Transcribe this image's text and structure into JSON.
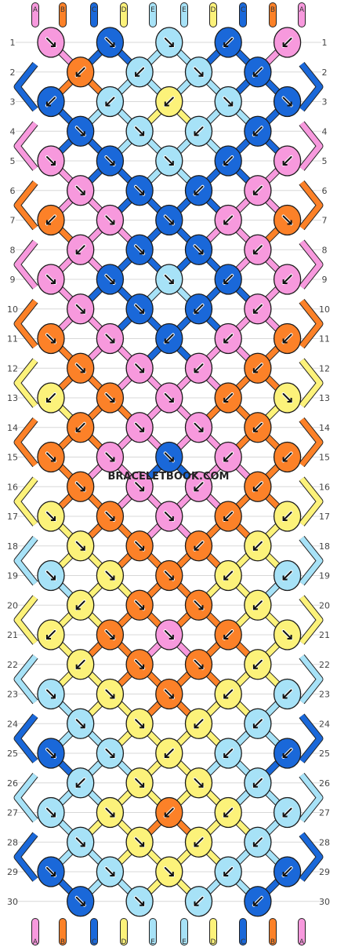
{
  "watermark": "BRACELETBOOK.COM",
  "colors": {
    "A": "#f799dd",
    "B": "#fc8128",
    "C": "#1a68d9",
    "D": "#fcf27a",
    "E": "#a7e2f7"
  },
  "string_letters": [
    "A",
    "B",
    "C",
    "D",
    "E",
    "E",
    "D",
    "C",
    "B",
    "A"
  ],
  "row_labels": [
    "1",
    "2",
    "3",
    "4",
    "5",
    "6",
    "7",
    "8",
    "9",
    "10",
    "11",
    "12",
    "13",
    "14",
    "15",
    "16",
    "17",
    "18",
    "19",
    "20",
    "21",
    "22",
    "23",
    "24",
    "25",
    "26",
    "27",
    "28",
    "29",
    "30"
  ],
  "knot_rows": [
    [
      "A",
      "C",
      "E",
      "C",
      "A"
    ],
    [
      "B",
      "E",
      "E",
      "C"
    ],
    [
      "C",
      "E",
      "D",
      "E",
      "C"
    ],
    [
      "C",
      "E",
      "E",
      "C"
    ],
    [
      "A",
      "C",
      "E",
      "C",
      "A"
    ],
    [
      "A",
      "C",
      "C",
      "A"
    ],
    [
      "B",
      "A",
      "C",
      "A",
      "B"
    ],
    [
      "A",
      "C",
      "C",
      "A"
    ],
    [
      "A",
      "C",
      "E",
      "C",
      "A"
    ],
    [
      "A",
      "C",
      "C",
      "A"
    ],
    [
      "B",
      "A",
      "C",
      "A",
      "B"
    ],
    [
      "B",
      "A",
      "A",
      "B"
    ],
    [
      "D",
      "B",
      "A",
      "B",
      "D"
    ],
    [
      "B",
      "A",
      "A",
      "B"
    ],
    [
      "B",
      "A",
      "C",
      "A",
      "B"
    ],
    [
      "B",
      "A",
      "A",
      "B"
    ],
    [
      "D",
      "B",
      "A",
      "B",
      "D"
    ],
    [
      "D",
      "B",
      "B",
      "D"
    ],
    [
      "E",
      "D",
      "B",
      "D",
      "E"
    ],
    [
      "D",
      "B",
      "B",
      "D"
    ],
    [
      "D",
      "B",
      "A",
      "B",
      "D"
    ],
    [
      "D",
      "B",
      "B",
      "D"
    ],
    [
      "E",
      "D",
      "B",
      "D",
      "E"
    ],
    [
      "E",
      "D",
      "D",
      "E"
    ],
    [
      "C",
      "E",
      "D",
      "E",
      "C"
    ],
    [
      "E",
      "D",
      "D",
      "E"
    ],
    [
      "E",
      "D",
      "B",
      "D",
      "E"
    ],
    [
      "E",
      "D",
      "D",
      "E"
    ],
    [
      "C",
      "E",
      "D",
      "E",
      "C"
    ],
    [
      "C",
      "E",
      "E",
      "C"
    ]
  ],
  "knot_arrows": [
    [
      "se",
      "se",
      "se",
      "sw",
      "sw"
    ],
    [
      "sw",
      "sw",
      "se",
      "sw"
    ],
    [
      "sw",
      "sw",
      "sw",
      "se",
      "se"
    ],
    [
      "se",
      "se",
      "sw",
      "sw"
    ],
    [
      "se",
      "se",
      "se",
      "sw",
      "sw"
    ],
    [
      "se",
      "se",
      "sw",
      "sw"
    ],
    [
      "sw",
      "se",
      "se",
      "sw",
      "se"
    ],
    [
      "sw",
      "se",
      "se",
      "sw"
    ],
    [
      "se",
      "se",
      "se",
      "sw",
      "sw"
    ],
    [
      "se",
      "se",
      "sw",
      "sw"
    ],
    [
      "se",
      "se",
      "sw",
      "sw",
      "sw"
    ],
    [
      "se",
      "se",
      "sw",
      "sw"
    ],
    [
      "sw",
      "se",
      "se",
      "sw",
      "se"
    ],
    [
      "sw",
      "se",
      "se",
      "sw"
    ],
    [
      "se",
      "se",
      "se",
      "sw",
      "sw"
    ],
    [
      "se",
      "se",
      "sw",
      "sw"
    ],
    [
      "se",
      "se",
      "se",
      "sw",
      "sw"
    ],
    [
      "se",
      "se",
      "sw",
      "sw"
    ],
    [
      "se",
      "se",
      "se",
      "sw",
      "sw"
    ],
    [
      "sw",
      "se",
      "se",
      "sw"
    ],
    [
      "sw",
      "se",
      "se",
      "sw",
      "se"
    ],
    [
      "sw",
      "se",
      "se",
      "sw"
    ],
    [
      "se",
      "se",
      "se",
      "sw",
      "sw"
    ],
    [
      "se",
      "se",
      "sw",
      "sw"
    ],
    [
      "se",
      "se",
      "sw",
      "sw",
      "sw"
    ],
    [
      "sw",
      "se",
      "se",
      "sw"
    ],
    [
      "se",
      "se",
      "sw",
      "sw",
      "sw"
    ],
    [
      "se",
      "se",
      "sw",
      "sw"
    ],
    [
      "se",
      "se",
      "se",
      "sw",
      "sw"
    ],
    [
      "se",
      "se",
      "sw",
      "sw"
    ]
  ],
  "bottom_letters": [
    "A",
    "B",
    "C",
    "D",
    "E",
    "E",
    "D",
    "C",
    "B",
    "A"
  ],
  "bottom_string_colors": [
    "A",
    "B",
    "C",
    "D",
    "E",
    "E",
    "D",
    "C",
    "B",
    "A"
  ]
}
